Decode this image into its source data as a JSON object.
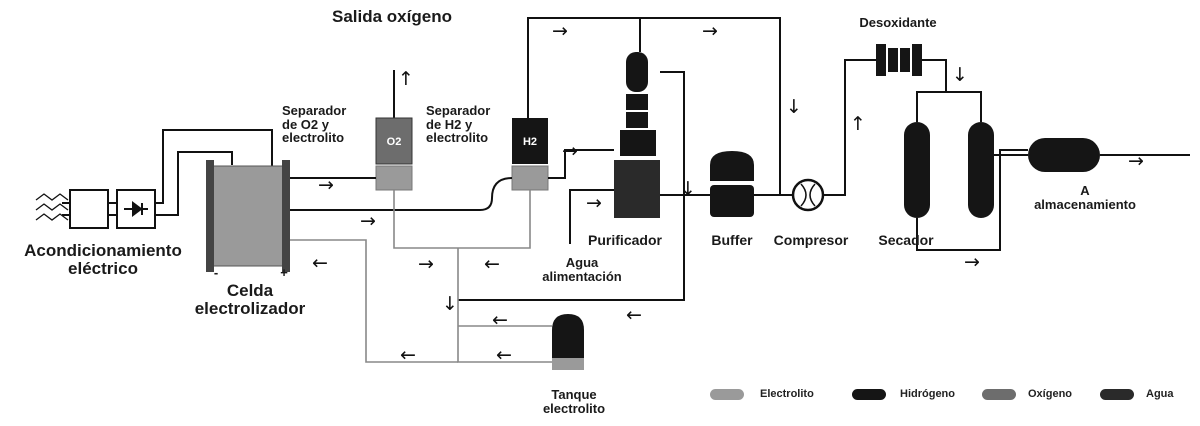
{
  "labels": {
    "salida_oxigeno": "Salida oxígeno",
    "separador_o2": "Separador\nde O2 y\nelectrolito",
    "separador_h2": "Separador\nde H2 y\nelectrolito",
    "desoxidante": "Desoxidante",
    "acondicionamiento": "Acondicionamiento\neléctrico",
    "celda": "Celda\nelectrolizador",
    "purificador": "Purificador",
    "agua_alimentacion": "Agua\nalimentación",
    "buffer": "Buffer",
    "compresor": "Compresor",
    "secador": "Secador",
    "almacenamiento": "A\nalmacenamiento",
    "tanque": "Tanque\nelectrolito",
    "o2_chip": "O2",
    "h2_chip": "H2",
    "minus": "-",
    "plus": "+"
  },
  "arrows": {
    "right": "→",
    "left": "←",
    "up": "↑",
    "down": "↓"
  },
  "legend": [
    {
      "label": "Electrolito",
      "color": "#9a9a9a"
    },
    {
      "label": "Hidrógeno",
      "color": "#151515"
    },
    {
      "label": "Oxígeno",
      "color": "#6d6d6d"
    },
    {
      "label": "Agua",
      "color": "#2a2a2a"
    }
  ],
  "colors": {
    "electrolito": "#9a9a9a",
    "hidrogeno": "#151515",
    "oxigeno": "#6d6d6d",
    "agua": "#2a2a2a"
  }
}
